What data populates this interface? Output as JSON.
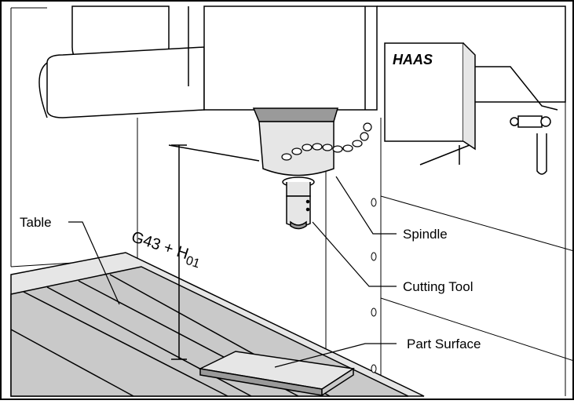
{
  "diagram": {
    "labels": {
      "table": "Table",
      "spindle": "Spindle",
      "cutting_tool": "Cutting Tool",
      "part_surface": "Part Surface",
      "dimension_main": "G43 + H",
      "dimension_sub": "01"
    },
    "brand": "HAAS",
    "colors": {
      "line": "#000000",
      "light_fill": "#ffffff",
      "mid_fill": "#e6e6e6",
      "table_fill": "#c9c9c9",
      "dark_fill": "#9a9a9a"
    }
  }
}
